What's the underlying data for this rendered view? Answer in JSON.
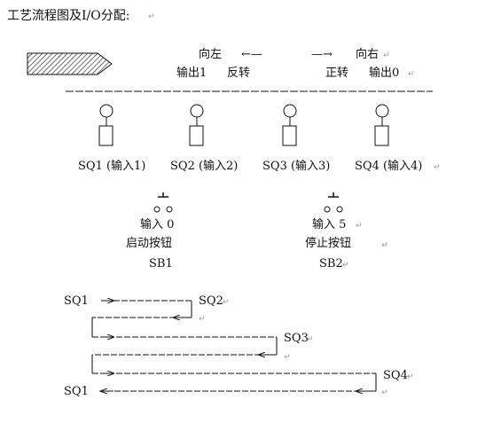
{
  "title": "工艺流程图及I/O分配:",
  "direction": {
    "left_label": "向左",
    "left_arrow": "←—",
    "left_output": "输出1",
    "left_action": "反转",
    "right_arrow": "—→",
    "right_label": "向右",
    "right_action": "正转",
    "right_output": "输出0"
  },
  "sensors": [
    {
      "label": "SQ1 (输入1)"
    },
    {
      "label": "SQ2 (输入2)"
    },
    {
      "label": "SQ3 (输入3)"
    },
    {
      "label": "SQ4 (输入4)"
    }
  ],
  "buttons": [
    {
      "input": "输入 0",
      "name": "启动按钮",
      "code": "SB1"
    },
    {
      "input": "输入 5",
      "name": "停止按钮",
      "code": "SB2"
    }
  ],
  "sequence": {
    "start": "SQ1",
    "steps": [
      "SQ2",
      "SQ3",
      "SQ4"
    ],
    "end": "SQ1"
  },
  "return_mark": "↵",
  "colors": {
    "line": "#111111",
    "hatch": "#333333",
    "mark": "#999999"
  }
}
